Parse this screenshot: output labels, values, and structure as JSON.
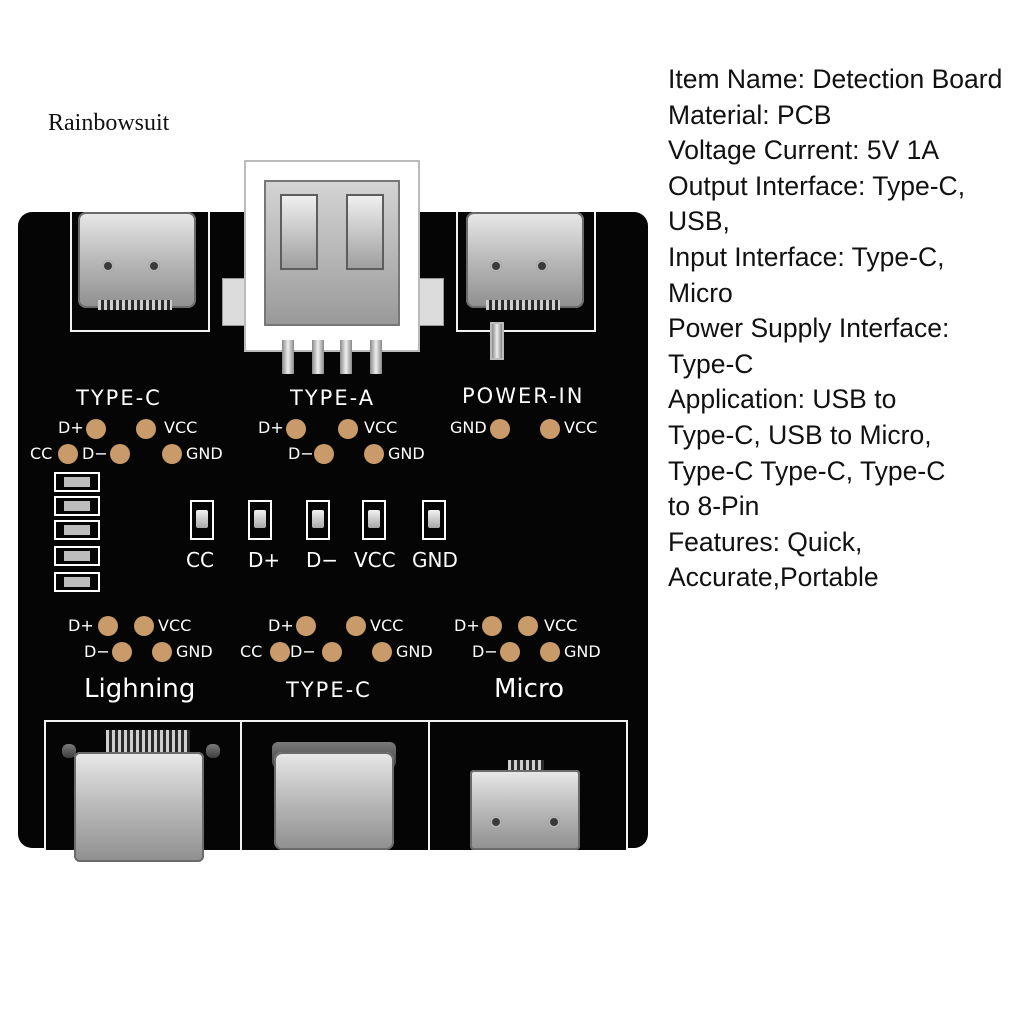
{
  "brand": "Rainbowsuit",
  "specs": [
    "Item Name: Detection Board",
    "Material: PCB",
    "Voltage Current: 5V 1A",
    "Output Interface: Type-C,",
    "USB,",
    "Input Interface: Type-C,",
    "Micro",
    "Power Supply Interface:",
    "Type-C",
    "Application: USB to",
    "Type-C, USB to Micro,",
    "Type-C Type-C, Type-C",
    "to 8-Pin",
    "Features: Quick,",
    "Accurate,Portable"
  ],
  "board": {
    "top_headers": {
      "left": "TYPE-C",
      "middle": "TYPE-A",
      "right": "POWER-IN"
    },
    "pin_labels": {
      "dplus": "D+",
      "dminus": "D−",
      "vcc": "VCC",
      "gnd": "GND",
      "cc": "CC"
    },
    "led_labels": [
      "CC",
      "D+",
      "D−",
      "VCC",
      "GND"
    ],
    "bottom_headers": {
      "left": "Lighning",
      "middle": "TYPE-C",
      "right": "Micro"
    }
  }
}
